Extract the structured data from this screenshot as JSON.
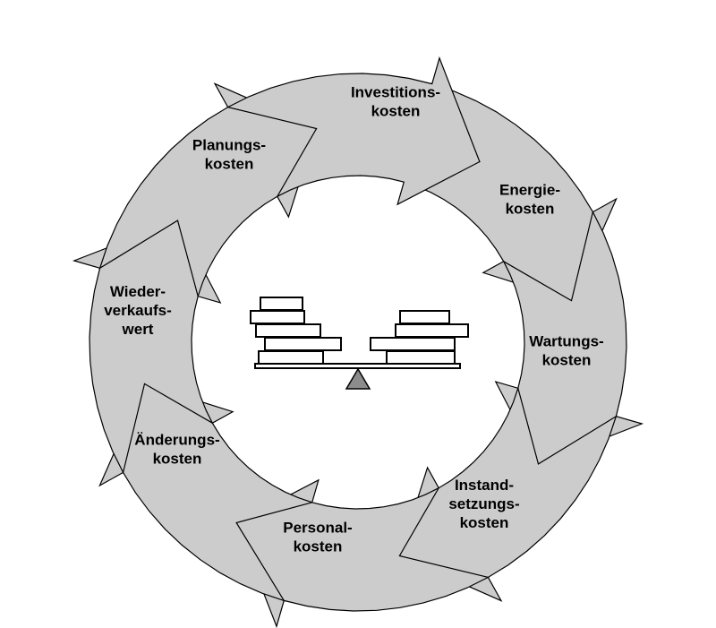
{
  "diagram": {
    "segments": [
      {
        "id": "investitionskosten",
        "lines": [
          "Investitions-",
          "kosten"
        ]
      },
      {
        "id": "energiekosten",
        "lines": [
          "Energie-",
          "kosten"
        ]
      },
      {
        "id": "wartungskosten",
        "lines": [
          "Wartungs-",
          "kosten"
        ]
      },
      {
        "id": "instandsetzungskosten",
        "lines": [
          "Instand-",
          "setzungs-",
          "kosten"
        ]
      },
      {
        "id": "personalkosten",
        "lines": [
          "Personal-",
          "kosten"
        ]
      },
      {
        "id": "aenderungskosten",
        "lines": [
          "Änderungs-",
          "kosten"
        ]
      },
      {
        "id": "wiederverkaufswert",
        "lines": [
          "Wieder-",
          "verkaufs-",
          "wert"
        ]
      },
      {
        "id": "planungskosten",
        "lines": [
          "Planungs-",
          "kosten"
        ]
      }
    ],
    "colors": {
      "arrow_fill": "#cccccc",
      "outline": "#000000",
      "fulcrum": "#8c8c8c",
      "background": "#ffffff"
    },
    "center_icon": "balance-scale-icon",
    "arrow_direction": "clockwise"
  }
}
